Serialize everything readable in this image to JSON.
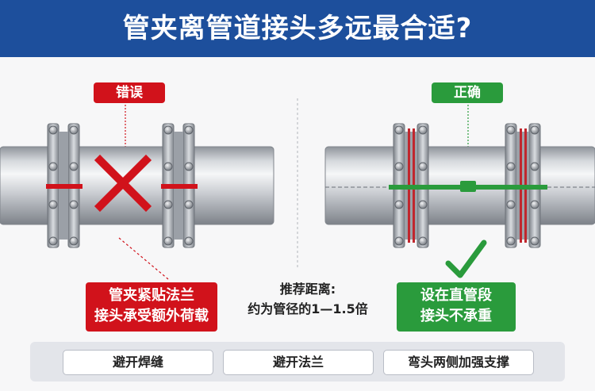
{
  "header": {
    "title": "管夹离管道接头多远最合适?"
  },
  "left": {
    "tag": "错误",
    "caption_line1": "管夹紧贴法兰",
    "caption_line2": "接头承受额外荷载"
  },
  "right": {
    "tag": "正确",
    "caption_line1": "设在直管段",
    "caption_line2": "接头不承重"
  },
  "center": {
    "line1": "推荐距离:",
    "line2": "约为管径的1—1.5倍"
  },
  "bottom": {
    "items": [
      "避开焊缝",
      "避开法兰",
      "弯头两侧加强支撑"
    ]
  },
  "colors": {
    "header": "#1d4f9c",
    "wrong": "#d1121b",
    "correct": "#2a9b3c"
  },
  "icons": [
    "cross-icon",
    "check-icon"
  ]
}
